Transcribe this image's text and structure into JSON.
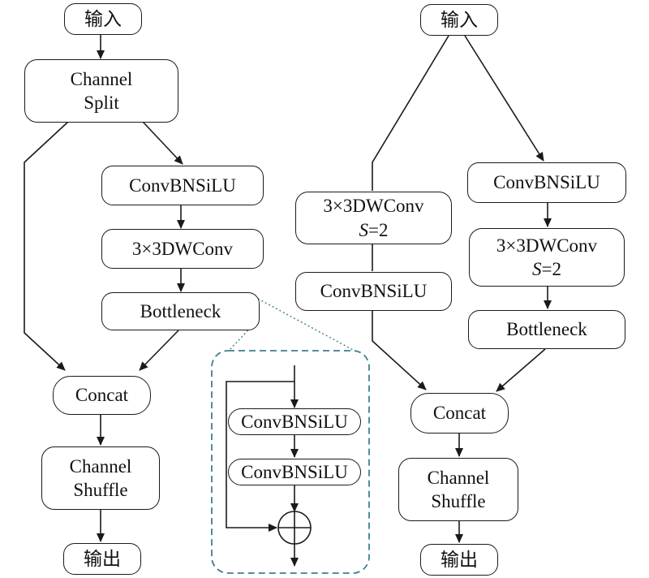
{
  "left": {
    "input": "输入",
    "channel_split": [
      "Channel",
      "Split"
    ],
    "conv1": "ConvBNSiLU",
    "dwconv": "3×3DWConv",
    "bottleneck": "Bottleneck",
    "concat": "Concat",
    "shuffle": [
      "Channel",
      "Shuffle"
    ],
    "output": "输出"
  },
  "detail": {
    "conv1": "ConvBNSiLU",
    "conv2": "ConvBNSiLU",
    "add_symbol": "⊕"
  },
  "right": {
    "input": "输入",
    "left_dwconv": "3×3DWConv",
    "left_stride_var": "S",
    "left_stride_val": "=2",
    "left_conv": "ConvBNSiLU",
    "right_conv": "ConvBNSiLU",
    "right_dwconv": "3×3DWConv",
    "right_stride_var": "S",
    "right_stride_val": "=2",
    "bottleneck": "Bottleneck",
    "concat": "Concat",
    "shuffle": [
      "Channel",
      "Shuffle"
    ],
    "output": "输出"
  },
  "colors": {
    "line": "#1a1a1a",
    "detail_border": "#3f7f8c"
  }
}
